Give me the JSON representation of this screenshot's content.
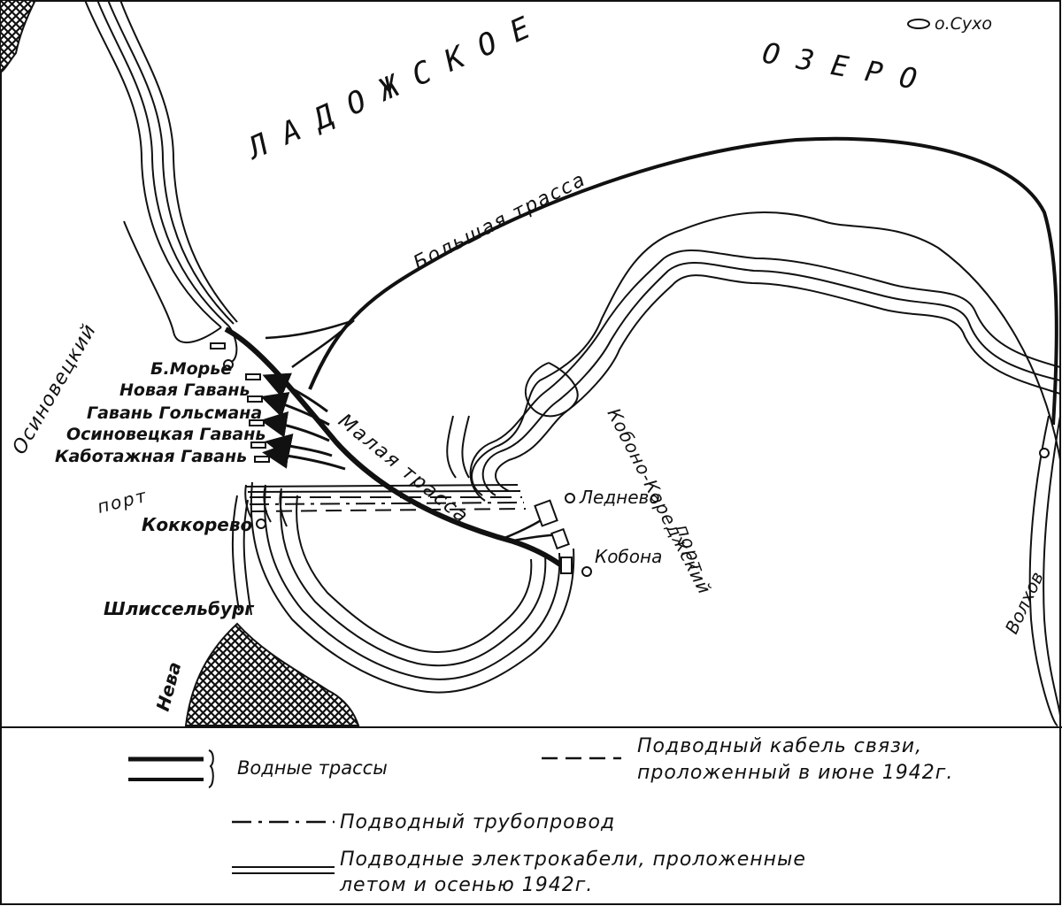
{
  "lake": {
    "title_word1": "ЛАДОЖСКОЕ",
    "title_word2": "ОЗЕРО",
    "island": "о.Сухо"
  },
  "routes": {
    "big": "Большая трасса",
    "small": "Малая трасса"
  },
  "west_port": "Осиновецкий",
  "west_port_suffix": "порт",
  "harbors": [
    "Б.Морье",
    "Новая Гавань",
    "Гавань Гольсмана",
    "Осиновецкая Гавань",
    "Каботажная Гавань"
  ],
  "places": {
    "kokkorevo": "Коккорево",
    "shlisselburg": "Шлиссельбург",
    "neva": "Нева",
    "lednevo": "Леднево",
    "kobona": "Кобона",
    "volkhov": "Волхов",
    "east_port": "Кобоно-Кареджский",
    "east_port_suffix": "порт"
  },
  "legend": {
    "water_routes": "Водные трассы",
    "cable_line1": "Подводный кабель связи,",
    "cable_line2": "проложенный в июне 1942г.",
    "pipeline": "Подводный трубопровод",
    "power_line1": "Подводные электрокабели, проложенные",
    "power_line2": "летом и осенью 1942г."
  },
  "colors": {
    "ink": "#111111",
    "paper": "#ffffff"
  }
}
